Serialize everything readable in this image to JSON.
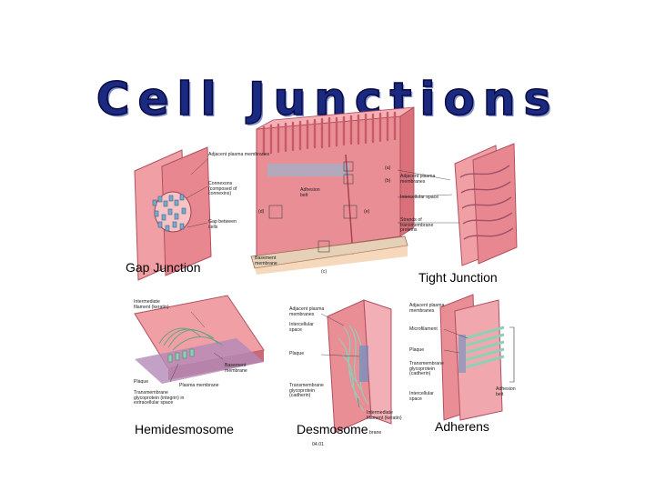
{
  "title": "Cell Junctions",
  "captions": {
    "gap": "Gap Junction",
    "tight": "Tight Junction",
    "hemi": "Hemidesmosome",
    "desmo": "Desmosome",
    "adherens": "Adherens",
    "figure_number": "04.01"
  },
  "labels": {
    "gap": [
      "Adjacent plasma membranes",
      "Connexons (composed of connexins)",
      "Gap between cells"
    ],
    "center": [
      "(a)",
      "(b)",
      "Adhesion belt",
      "(d)",
      "(e)",
      "Basement membrane",
      "(c)"
    ],
    "tight": [
      "Adjacent plasma membranes",
      "Intercellular space",
      "Strands of transmembrane proteins"
    ],
    "hemi": [
      "Intermediate filament (keratin)",
      "Basement membrane",
      "Plasma membrane",
      "Plaque",
      "Transmembrane glycoprotein (integrin) in extracellular space"
    ],
    "desmo": [
      "Adjacent plasma membranes",
      "Intercellular space",
      "Plaque",
      "Transmembrane glycoprotein (cadherin)",
      "Intermediate filament (keratin)",
      "brane"
    ],
    "adherens": [
      "Adjacent plasma membranes",
      "Microfilament",
      "Plaque",
      "Transmembrane glycoprotein (cadherin)",
      "Intercellular space",
      "Adhesion belt"
    ]
  },
  "colors": {
    "tissue": "#e98a8f",
    "tissue_dark": "#c85a64",
    "connexon": "#7fa8c8",
    "filament": "#8ecfb8",
    "title": "#1a2a80"
  }
}
